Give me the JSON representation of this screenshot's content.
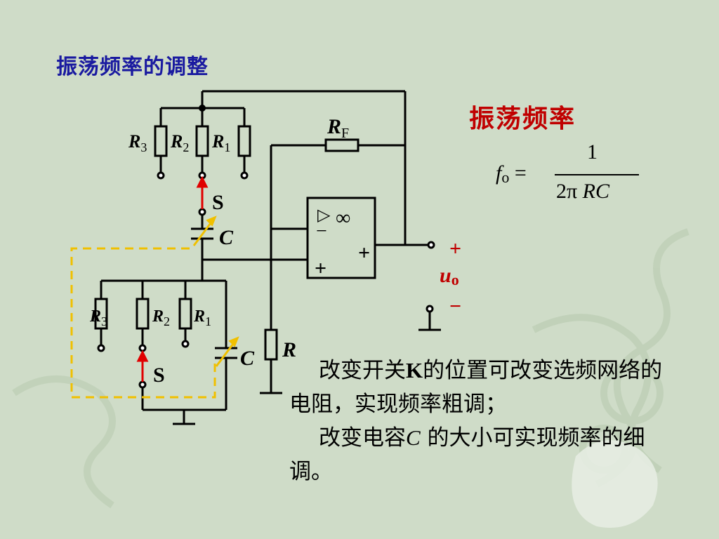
{
  "slide": {
    "title": "振荡频率的调整",
    "frequency_heading": "振荡频率"
  },
  "formula": {
    "lhs_symbol": "f",
    "lhs_sub": "o",
    "equals": "=",
    "numerator": "1",
    "denominator_prefix": "2π ",
    "denominator_vars": "RC"
  },
  "description": {
    "line1_a": "改变开关",
    "line1_k": "K",
    "line1_b": "的位置可改变选频网络的电阻，实现频率粗调；",
    "line2_a": "改变电容",
    "line2_c": "C",
    "line2_b": " 的大小可实现频率的细调。"
  },
  "circuit": {
    "upper_bank": {
      "r3": "R",
      "r3_sub": "3",
      "r2": "R",
      "r2_sub": "2",
      "r1": "R",
      "r1_sub": "1",
      "switch": "S",
      "cap": "C"
    },
    "lower_bank": {
      "r3": "R",
      "r3_sub": "3",
      "r2": "R",
      "r2_sub": "2",
      "r1": "R",
      "r1_sub": "1",
      "switch": "S",
      "cap": "C"
    },
    "feedback_resistor": "R",
    "feedback_sub": "F",
    "ground_resistor": "R",
    "opamp": {
      "type_symbol": "▷",
      "gain": "∞",
      "inv": "−",
      "noninv": "+",
      "out_sign": "+"
    },
    "output": {
      "plus": "+",
      "label": "u",
      "label_sub": "o",
      "minus": "−"
    }
  },
  "colors": {
    "background": "#cfdcc8",
    "title": "#1a1aa0",
    "heading": "#c00000",
    "arrow": "#e00000",
    "capacitor_tuner": "#f0c000",
    "dashed_box": "#f0c000",
    "output_label": "#c00000"
  }
}
